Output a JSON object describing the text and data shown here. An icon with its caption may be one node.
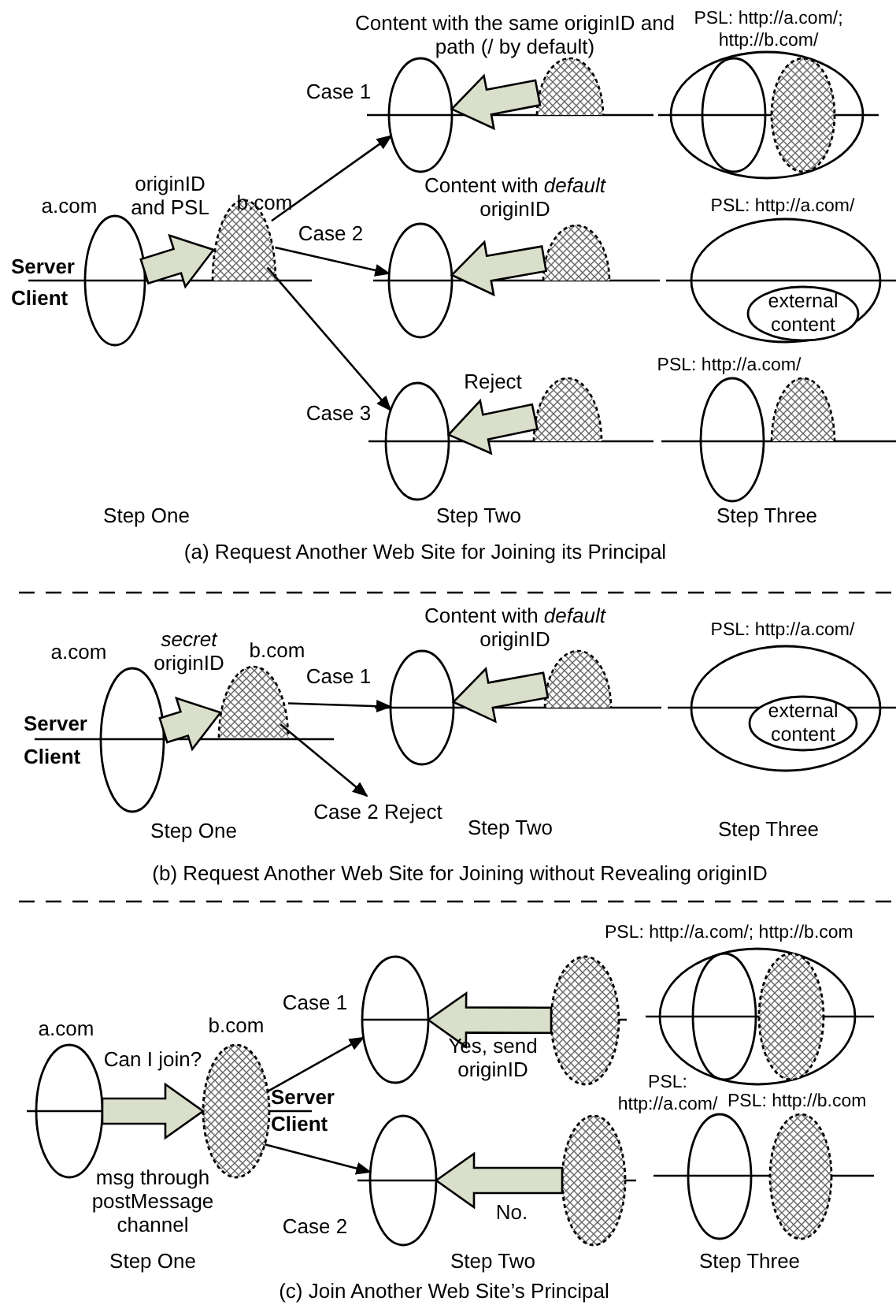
{
  "diagram": {
    "nodes": [
      {
        "text": [],
        "shape": "ellipse",
        "beside": [
          "a.com"
        ]
      },
      {
        "text": [],
        "shape": "dome",
        "beside": [
          "b.com"
        ]
      },
      {
        "text": [],
        "shape": "ellipse"
      },
      {
        "text": [],
        "shape": "dome"
      },
      {
        "text": [],
        "shape": "ellipse",
        "beside": [
          "PSL: http://a.com/; http://b.com/"
        ]
      },
      {
        "text": [],
        "shape": "ellipse",
        "in": 4
      },
      {
        "text": [],
        "shape": "ellipse",
        "in": 4
      },
      {
        "text": [],
        "shape": "ellipse"
      },
      {
        "text": [],
        "shape": "dome"
      },
      {
        "text": [],
        "shape": "ellipse",
        "beside": [
          "PSL: http://a.com/"
        ]
      },
      {
        "text": [
          "external content"
        ],
        "in": 9
      },
      {
        "text": [],
        "shape": "ellipse"
      },
      {
        "text": [],
        "shape": "dome"
      },
      {
        "text": [],
        "shape": "ellipse",
        "beside": [
          "PSL: http://a.com/"
        ]
      },
      {
        "text": [],
        "shape": "dome"
      },
      {
        "text": [],
        "shape": "ellipse",
        "beside": [
          "a.com"
        ]
      },
      {
        "text": [],
        "shape": "dome",
        "beside": [
          "b.com"
        ]
      },
      {
        "text": [],
        "shape": "ellipse"
      },
      {
        "text": [],
        "shape": "dome"
      },
      {
        "text": [],
        "shape": "ellipse",
        "beside": [
          "PSL: http://a.com/"
        ]
      },
      {
        "text": [
          "external content"
        ],
        "in": 19
      },
      {
        "text": [],
        "shape": "ellipse",
        "beside": [
          "a.com"
        ]
      },
      {
        "text": [],
        "shape": "ellipse",
        "beside": [
          "b.com"
        ]
      },
      {
        "text": [],
        "shape": "ellipse"
      },
      {
        "text": [],
        "shape": "ellipse"
      },
      {
        "text": [],
        "shape": "ellipse",
        "beside": [
          "PSL: http://a.com/; http://b.com"
        ]
      },
      {
        "text": [],
        "shape": "ellipse",
        "in": 25
      },
      {
        "text": [],
        "shape": "ellipse",
        "in": 25
      },
      {
        "text": [],
        "shape": "ellipse"
      },
      {
        "text": [],
        "shape": "ellipse"
      },
      {
        "text": [],
        "shape": "ellipse",
        "beside": [
          "PSL: http://a.com/"
        ]
      },
      {
        "text": [],
        "shape": "ellipse",
        "beside": [
          "PSL: http://b.com"
        ]
      }
    ],
    "edges": [
      {
        "from": 0,
        "to": 1,
        "arrow": "to",
        "label": "originID and PSL",
        "style": "thick"
      },
      {
        "from": 1,
        "to": 2,
        "arrow": "to",
        "label": "Case 1"
      },
      {
        "from": 1,
        "to": 7,
        "arrow": "to",
        "label": "Case 2"
      },
      {
        "from": 1,
        "to": 11,
        "arrow": "to",
        "label": "Case 3"
      },
      {
        "from": 3,
        "to": 2,
        "arrow": "to",
        "label": "Content with the same originID and path (/ by default)",
        "style": "thick"
      },
      {
        "from": 8,
        "to": 7,
        "arrow": "to",
        "label": "Content with *default* originID",
        "style": "thick"
      },
      {
        "from": 12,
        "to": 11,
        "arrow": "to",
        "label": "Reject",
        "style": "thick"
      },
      {
        "from": 15,
        "to": 16,
        "arrow": "to",
        "label": "*secret* originID",
        "style": "thick"
      },
      {
        "from": 16,
        "to": 17,
        "arrow": "to",
        "label": "Case 1"
      },
      {
        "from": 16,
        "to": null,
        "arrow": "to",
        "label": "Case 2 Reject"
      },
      {
        "from": 18,
        "to": 17,
        "arrow": "to",
        "label": "Content with *default* originID",
        "style": "thick"
      },
      {
        "from": 21,
        "to": 22,
        "arrow": "to",
        "label": "Can I join?",
        "style": "thick"
      },
      {
        "from": 22,
        "to": 23,
        "arrow": "to",
        "label": "Case 1"
      },
      {
        "from": 22,
        "to": 28,
        "arrow": "to",
        "label": "Case 2"
      },
      {
        "from": 24,
        "to": 23,
        "arrow": "to",
        "label": "Yes, send originID",
        "style": "thick"
      },
      {
        "from": 29,
        "to": 28,
        "arrow": "to",
        "label": "No.",
        "style": "thick"
      }
    ],
    "labels": [
      "Server",
      "Client",
      "Step One",
      "Step Two",
      "Step Three",
      "(a) Request Another Web Site for Joining its Principal",
      "Server",
      "Client",
      "Step One",
      "Step Two",
      "Step Three",
      "(b) Request Another Web Site for Joining without Revealing originID",
      "Server",
      "Client",
      "msg through postMessage channel",
      "Step One",
      "Step Two",
      "Step Three",
      "(c) Join Another Web Site’s Principal"
    ]
  }
}
